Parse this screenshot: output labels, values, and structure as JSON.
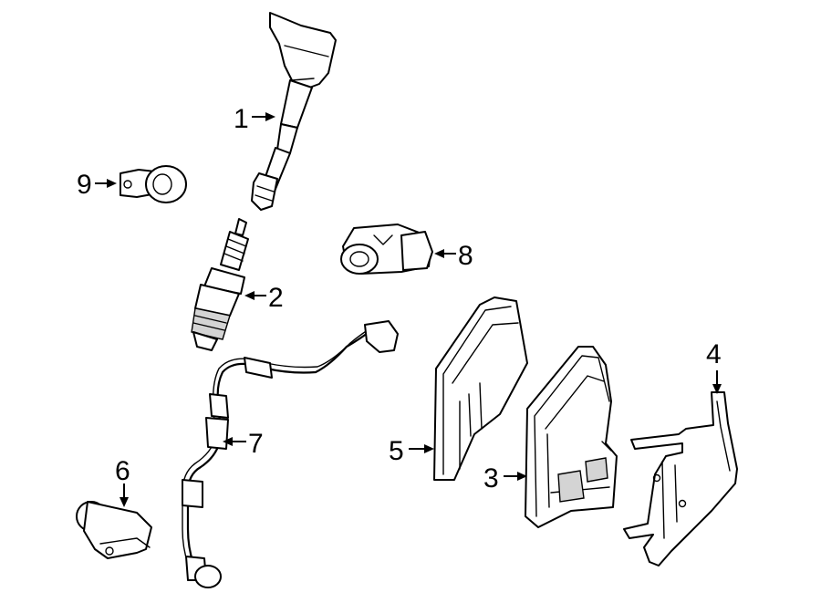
{
  "callouts": [
    {
      "id": "1",
      "label": "1",
      "part": "ignition-coil"
    },
    {
      "id": "2",
      "label": "2",
      "part": "spark-plug"
    },
    {
      "id": "3",
      "label": "3",
      "part": "engine-control-module"
    },
    {
      "id": "4",
      "label": "4",
      "part": "mounting-bracket"
    },
    {
      "id": "5",
      "label": "5",
      "part": "module-cover"
    },
    {
      "id": "6",
      "label": "6",
      "part": "camshaft-position-sensor"
    },
    {
      "id": "7",
      "label": "7",
      "part": "oxygen-sensor-harness"
    },
    {
      "id": "8",
      "label": "8",
      "part": "crankshaft-position-sensor"
    },
    {
      "id": "9",
      "label": "9",
      "part": "knock-sensor"
    }
  ],
  "colors": {
    "line": "#000000",
    "background": "#ffffff",
    "shade": "#d4d4d4"
  }
}
